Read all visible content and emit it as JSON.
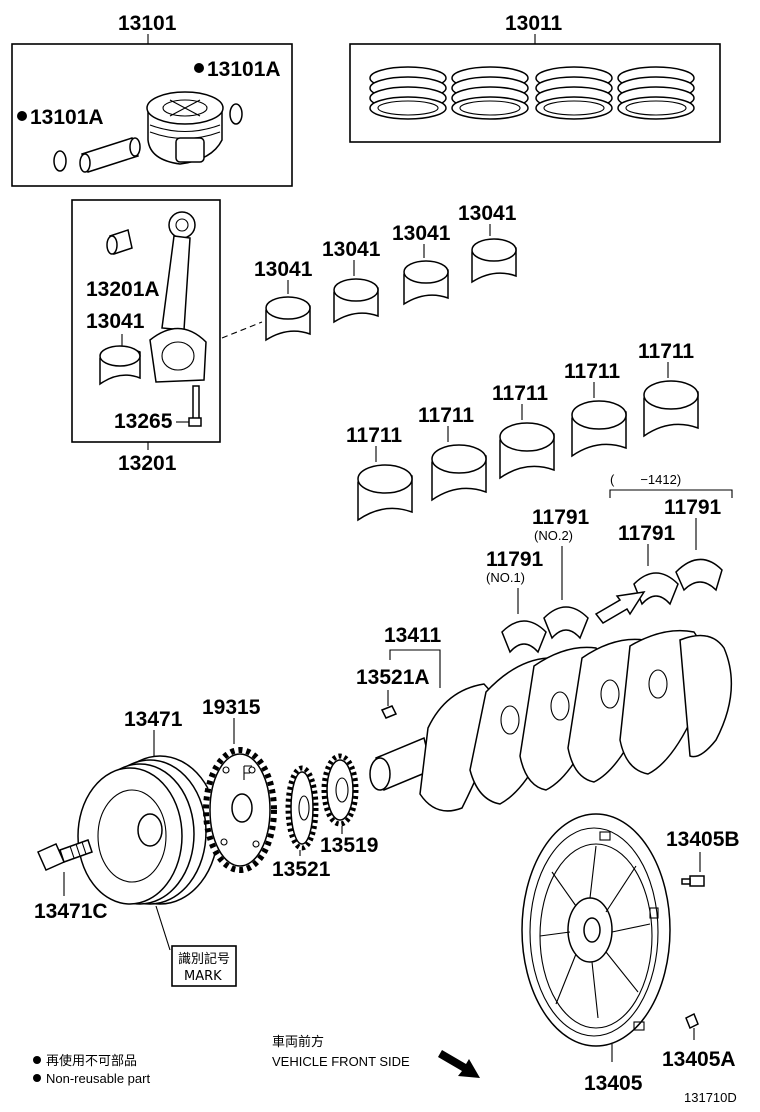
{
  "parts": {
    "p13101": "13101",
    "p13101a_right": "13101A",
    "p13101a_left": "13101A",
    "p13011": "13011",
    "p13201": "13201",
    "p13201a": "13201A",
    "p13041_in": "13041",
    "p13265": "13265",
    "p13041_a": "13041",
    "p13041_b": "13041",
    "p13041_c": "13041",
    "p13041_d": "13041",
    "p11711_a": "11711",
    "p11711_b": "11711",
    "p11711_c": "11711",
    "p11711_d": "11711",
    "p11711_e": "11711",
    "range_note": "(　　−1412)",
    "p11791_no2": "11791",
    "no2": "(NO.2)",
    "p11791_no1": "11791",
    "no1": "(NO.1)",
    "p11791_c": "11791",
    "p11791_d": "11791",
    "p13411": "13411",
    "p13521a": "13521A",
    "p19315": "19315",
    "p13471": "13471",
    "p13521": "13521",
    "p13519": "13519",
    "p13471c": "13471C",
    "p13405b": "13405B",
    "p13405a": "13405A",
    "p13405": "13405"
  },
  "mark_box": {
    "line1": "識別記号",
    "line2": "MARK"
  },
  "direction": {
    "jp": "車両前方",
    "en": "VEHICLE FRONT SIDE"
  },
  "legend": {
    "jp": "再使用不可部品",
    "en": "Non-reusable part"
  },
  "figure_id": "131710D"
}
